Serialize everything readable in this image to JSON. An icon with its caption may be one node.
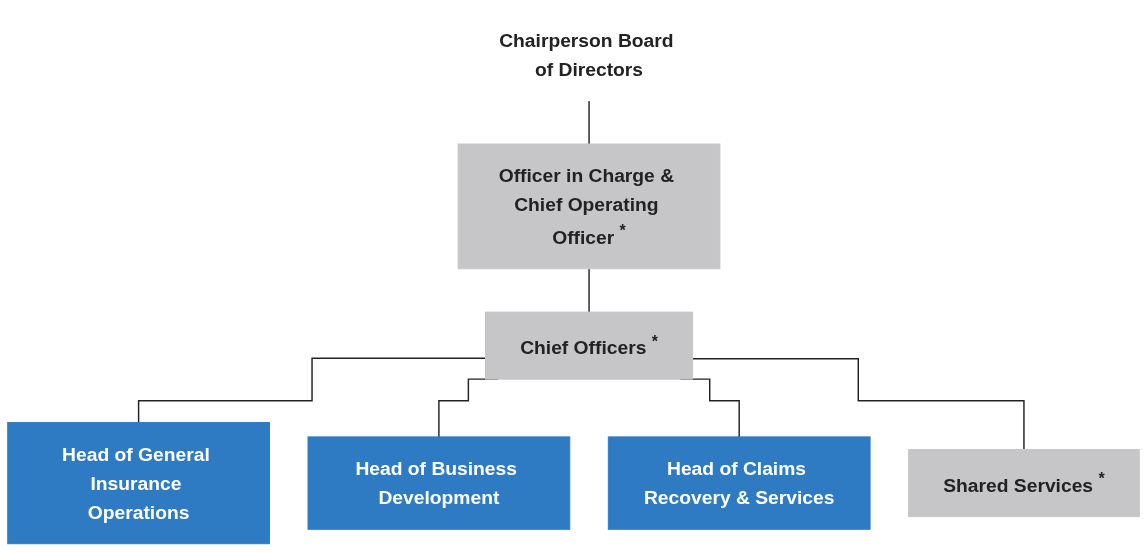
{
  "diagram": {
    "nodes": [
      {
        "text": [
          "Chairperson Board of Directors"
        ]
      },
      {
        "text": [
          "Officer in Charge & Chief Operating Officer",
          "*"
        ]
      },
      {
        "text": [
          "Chief Officers",
          "*"
        ]
      },
      {
        "text": [
          "Head of General Insurance Operations"
        ]
      },
      {
        "text": [
          "Head of Business Development"
        ]
      },
      {
        "text": [
          "Head of Claims Recovery & Services"
        ]
      },
      {
        "text": [
          "Shared Services",
          "*"
        ]
      }
    ],
    "edges": [
      {
        "from": 0,
        "to": 1,
        "arrow": "none"
      },
      {
        "from": 1,
        "to": 2,
        "arrow": "none"
      },
      {
        "from": 2,
        "to": 3,
        "arrow": "none"
      },
      {
        "from": 2,
        "to": 4,
        "arrow": "none"
      },
      {
        "from": 2,
        "to": 5,
        "arrow": "none"
      },
      {
        "from": 2,
        "to": 6,
        "arrow": "none"
      }
    ]
  }
}
